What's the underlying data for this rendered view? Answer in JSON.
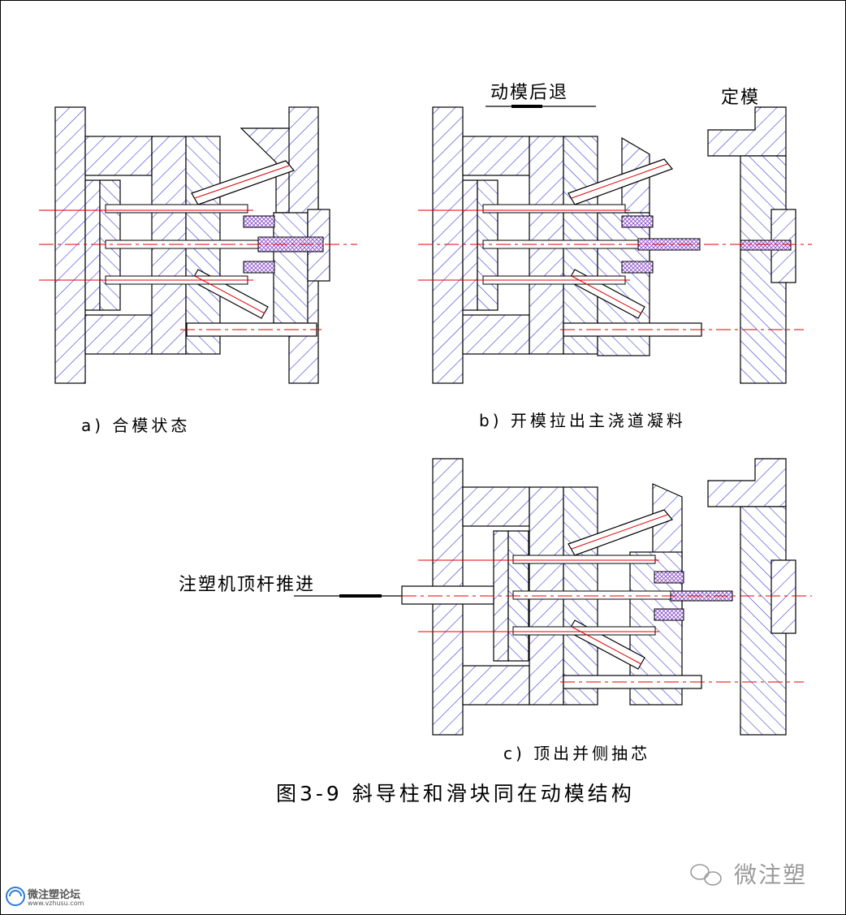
{
  "labels": {
    "moving_back": "动模后退",
    "fixed_mold": "定模",
    "push_rod": "注塑机顶杆推进",
    "caption_a": "a) 合模状态",
    "caption_b": "b) 开模拉出主浇道凝料",
    "caption_c": "c) 顶出并侧抽芯",
    "figure_title": "图3-9 斜导柱和滑块同在动模结构"
  },
  "watermarks": {
    "right": "微注塑",
    "left_cn": "微注塑论坛",
    "left_url": "www.vzhusu.com"
  },
  "colors": {
    "hatch": "#2b2bd6",
    "outline": "#000000",
    "centerline": "#e00000",
    "plastic": "#8a4fc9",
    "watermark": "#9a9a9a"
  }
}
